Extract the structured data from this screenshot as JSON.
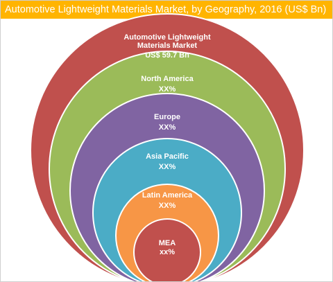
{
  "title": "Automotive Lightweight Materials Market, by Geography, 2016 (US$ Bn)",
  "rings": [
    {
      "name": "Automotive Lightweight Materials Market",
      "name_lines": [
        "Automotive Lightweight",
        "Materials Market"
      ],
      "value": "US$ 59.7 Bn",
      "color": "#c0504d"
    },
    {
      "name": "North America",
      "name_lines": [
        "North America"
      ],
      "value": "XX%",
      "color": "#9bbb59"
    },
    {
      "name": "Europe",
      "name_lines": [
        "Europe"
      ],
      "value": "XX%",
      "color": "#8064a2"
    },
    {
      "name": "Asia Pacific",
      "name_lines": [
        "Asia Pacific"
      ],
      "value": "XX%",
      "color": "#4bacc6"
    },
    {
      "name": "Latin America",
      "name_lines": [
        "Latin America"
      ],
      "value": "XX%",
      "color": "#f79646"
    },
    {
      "name": "MEA",
      "name_lines": [
        "MEA"
      ],
      "value": "xx%",
      "color": "#c0504d"
    }
  ],
  "colors": {
    "title_bar": "#ffb400",
    "title_text": "#ffffff",
    "circle_stroke": "#ffffff"
  }
}
